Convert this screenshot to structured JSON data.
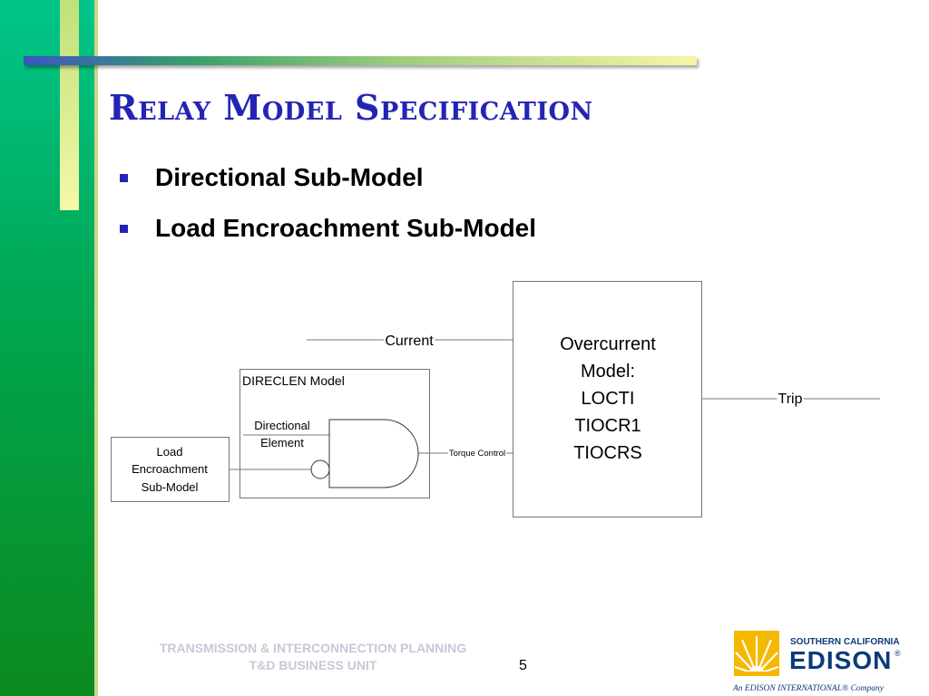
{
  "title": "Relay Model Specification",
  "bullets": [
    "Directional Sub-Model",
    "Load Encroachment Sub-Model"
  ],
  "diagram": {
    "current_label": "Current",
    "overcurrent_lines": [
      "Overcurrent",
      "Model:",
      "LOCTI",
      "TIOCR1",
      "TIOCRS"
    ],
    "trip_label": "Trip",
    "direclen_label": "DIRECLEN Model",
    "directional_lines": [
      "Directional",
      "Element"
    ],
    "torque_label": "Torque Control",
    "load_lines": [
      "Load",
      "Encroachment",
      "Sub-Model"
    ]
  },
  "footer": {
    "line1": "TRANSMISSION & INTERCONNECTION PLANNING",
    "line2": "T&D BUSINESS UNIT",
    "page_number": "5"
  },
  "logo": {
    "top": "SOUTHERN CALIFORNIA",
    "name": "EDISON",
    "reg": "®",
    "tagline": "An EDISON INTERNATIONAL® Company"
  },
  "colors": {
    "title": "#2424b4",
    "sidebar": "#00a650",
    "logo_yellow": "#f5b800",
    "footer": "#c8c8d8"
  }
}
